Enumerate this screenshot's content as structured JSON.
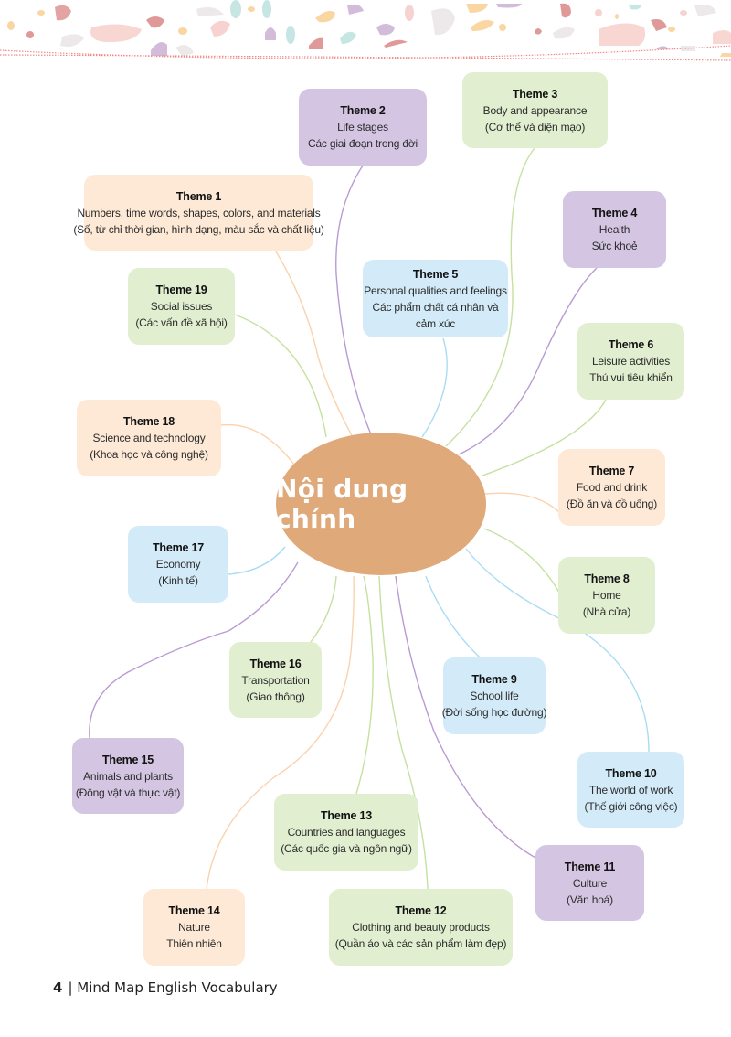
{
  "center": {
    "label": "Nội dung chính",
    "color": "#dfa97a"
  },
  "colors": {
    "orange_fill": "#fde9d6",
    "purple_fill": "#d4c5e2",
    "green_fill": "#e1eecf",
    "blue_fill": "#d3ebf8",
    "orange_line": "#fbd2ae",
    "purple_line": "#b99ad3",
    "green_line": "#c5e1a0",
    "blue_line": "#a9dcf3"
  },
  "themes": [
    {
      "id": 1,
      "title": "Theme 1",
      "lines": [
        "Numbers, time words, shapes, colors, and materials",
        "(Số, từ chỉ thời gian, hình dạng, màu sắc và chất liệu)"
      ],
      "color": "orange"
    },
    {
      "id": 2,
      "title": "Theme 2",
      "lines": [
        "Life stages",
        "Các giai đoạn trong đời"
      ],
      "color": "purple"
    },
    {
      "id": 3,
      "title": "Theme 3",
      "lines": [
        "Body and appearance",
        "(Cơ thể và diện mạo)"
      ],
      "color": "green"
    },
    {
      "id": 4,
      "title": "Theme 4",
      "lines": [
        "Health",
        "Sức khoẻ"
      ],
      "color": "purple"
    },
    {
      "id": 5,
      "title": "Theme 5",
      "lines": [
        "Personal qualities and feelings",
        "Các phẩm chất cá nhân và",
        "cảm xúc"
      ],
      "color": "blue"
    },
    {
      "id": 6,
      "title": "Theme 6",
      "lines": [
        "Leisure activities",
        "Thú vui tiêu khiển"
      ],
      "color": "green"
    },
    {
      "id": 7,
      "title": "Theme 7",
      "lines": [
        "Food and drink",
        "(Đồ ăn và đồ uống)"
      ],
      "color": "orange"
    },
    {
      "id": 8,
      "title": "Theme 8",
      "lines": [
        "Home",
        "(Nhà cửa)"
      ],
      "color": "green"
    },
    {
      "id": 9,
      "title": "Theme 9",
      "lines": [
        "School life",
        "(Đời sống học đường)"
      ],
      "color": "blue"
    },
    {
      "id": 10,
      "title": "Theme 10",
      "lines": [
        "The world of work",
        "(Thế giới công việc)"
      ],
      "color": "blue"
    },
    {
      "id": 11,
      "title": "Theme 11",
      "lines": [
        "Culture",
        "(Văn hoá)"
      ],
      "color": "purple"
    },
    {
      "id": 12,
      "title": "Theme 12",
      "lines": [
        "Clothing and beauty products",
        "(Quần áo và các sản phẩm làm đẹp)"
      ],
      "color": "green"
    },
    {
      "id": 13,
      "title": "Theme 13",
      "lines": [
        "Countries and languages",
        "(Các quốc gia và ngôn ngữ)"
      ],
      "color": "green"
    },
    {
      "id": 14,
      "title": "Theme 14",
      "lines": [
        "Nature",
        "Thiên nhiên"
      ],
      "color": "orange"
    },
    {
      "id": 15,
      "title": "Theme 15",
      "lines": [
        "Animals and plants",
        "(Động vật và thực vật)"
      ],
      "color": "purple"
    },
    {
      "id": 16,
      "title": "Theme 16",
      "lines": [
        "Transportation",
        "(Giao thông)"
      ],
      "color": "green"
    },
    {
      "id": 17,
      "title": "Theme 17",
      "lines": [
        "Economy",
        "(Kinh tế)"
      ],
      "color": "blue"
    },
    {
      "id": 18,
      "title": "Theme 18",
      "lines": [
        "Science and technology",
        "(Khoa học và công nghệ)"
      ],
      "color": "orange"
    },
    {
      "id": 19,
      "title": "Theme 19",
      "lines": [
        "Social issues",
        "(Các vấn đề xã hội)"
      ],
      "color": "green"
    }
  ],
  "footer": {
    "page_number": "4",
    "separator": "|",
    "book_title": "Mind Map English Vocabulary"
  }
}
